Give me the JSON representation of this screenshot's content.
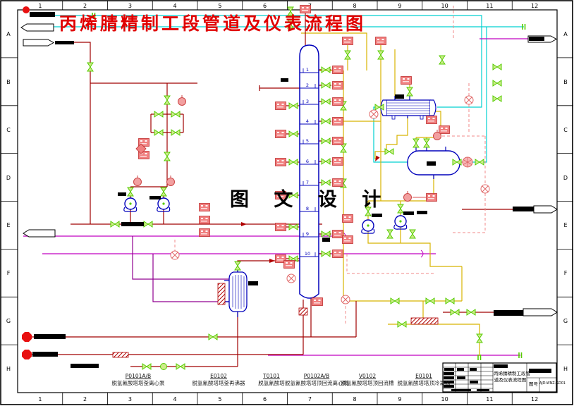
{
  "title": "丙烯腈精制工段管道及仪表流程图",
  "watermark": "图 文 设 计",
  "grid": {
    "cols": [
      "1",
      "2",
      "3",
      "4",
      "5",
      "6",
      "7",
      "8",
      "9",
      "10",
      "11",
      "12"
    ],
    "rows": [
      "A",
      "B",
      "C",
      "D",
      "E",
      "F",
      "G",
      "H"
    ]
  },
  "column": {
    "trays": [
      "1",
      "2",
      "3",
      "4",
      "5",
      "6",
      "7",
      "8",
      "9",
      "10"
    ]
  },
  "equipment_labels": [
    {
      "tag": "P0101A/B",
      "name": "脱氢氰酸塔塔釜离心泵"
    },
    {
      "tag": "E0102",
      "name": "脱氢氰酸塔塔釜再沸器"
    },
    {
      "tag": "T0101",
      "name": "脱氢氰酸塔"
    },
    {
      "tag": "P0102A/B",
      "name": "脱氢氰酸塔塔顶回流离心泵"
    },
    {
      "tag": "V0102",
      "name": "脱氢氰酸塔塔顶回流槽"
    },
    {
      "tag": "E0101",
      "name": "脱氢氰酸塔塔顶冷凝器"
    }
  ],
  "title_block": {
    "title_line1": "丙烯腈精制工段管",
    "title_line2": "道及仪表流程图",
    "number_label": "图号",
    "number_value": "AJD-WNZ-GD01"
  },
  "colors": {
    "title_red": "#e00000",
    "process_red": "#a00000",
    "utility_yellow": "#d8b400",
    "cooling_cyan": "#00d0d0",
    "transfer_magenta": "#c000c0",
    "transfer_purple": "#900090",
    "signal_pink": "#f08a8a",
    "instrument_green": "#55cc00",
    "equipment_blue": "#0000bb",
    "instrument_salmon": "#f08080"
  }
}
